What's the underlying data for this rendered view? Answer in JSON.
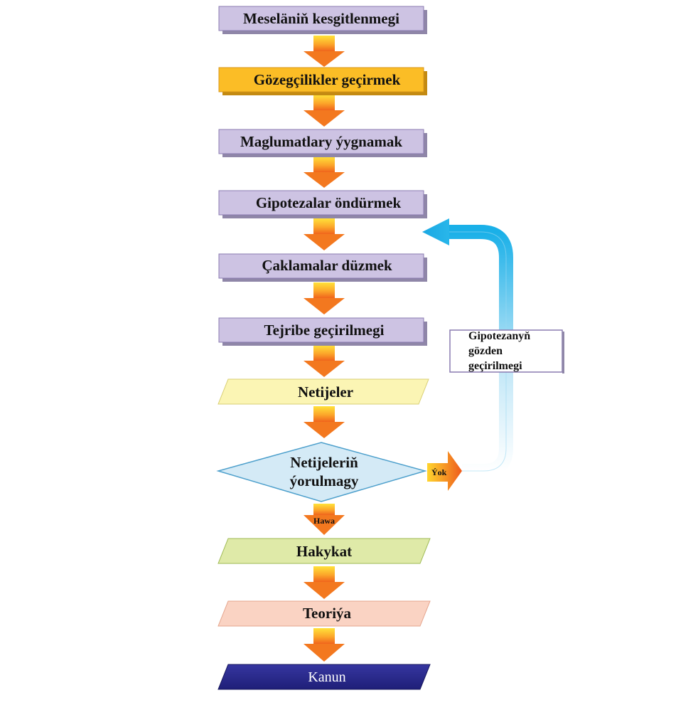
{
  "steps": {
    "s1": "Meseläniň kesgitlenmegi",
    "s2": "Gözegçilikler geçirmek",
    "s3": "Maglumatlary ýygnamak",
    "s4": "Gipotezalar öndürmek",
    "s5": "Çaklamalar düzmek",
    "s6": "Tejribe geçirilmegi",
    "s7": "Netijeler"
  },
  "decision": {
    "line1": "Netijeleriň",
    "line2": "ýorulmagy",
    "no": "Ýok",
    "yes": "Hawa"
  },
  "feedback": {
    "line1": "Gipotezanyň",
    "line2": "gözden",
    "line3": "geçirilmegi"
  },
  "outcomes": {
    "truth": "Hakykat",
    "theory": "Teoriýa",
    "law": "Kanun"
  },
  "colors": {
    "step_fill": "#cdc3e3",
    "step_border": "#8a7bb0",
    "observation_fill": "#fbbd26",
    "results_fill": "#fbf5b4",
    "decision_fill": "#d4eaf6",
    "truth_fill": "#dfeaa8",
    "theory_fill": "#fad3c3",
    "law_fill": "#2a2a8c",
    "loop_arrow": "#29b6ea",
    "flow_arrow": "#f58220"
  }
}
